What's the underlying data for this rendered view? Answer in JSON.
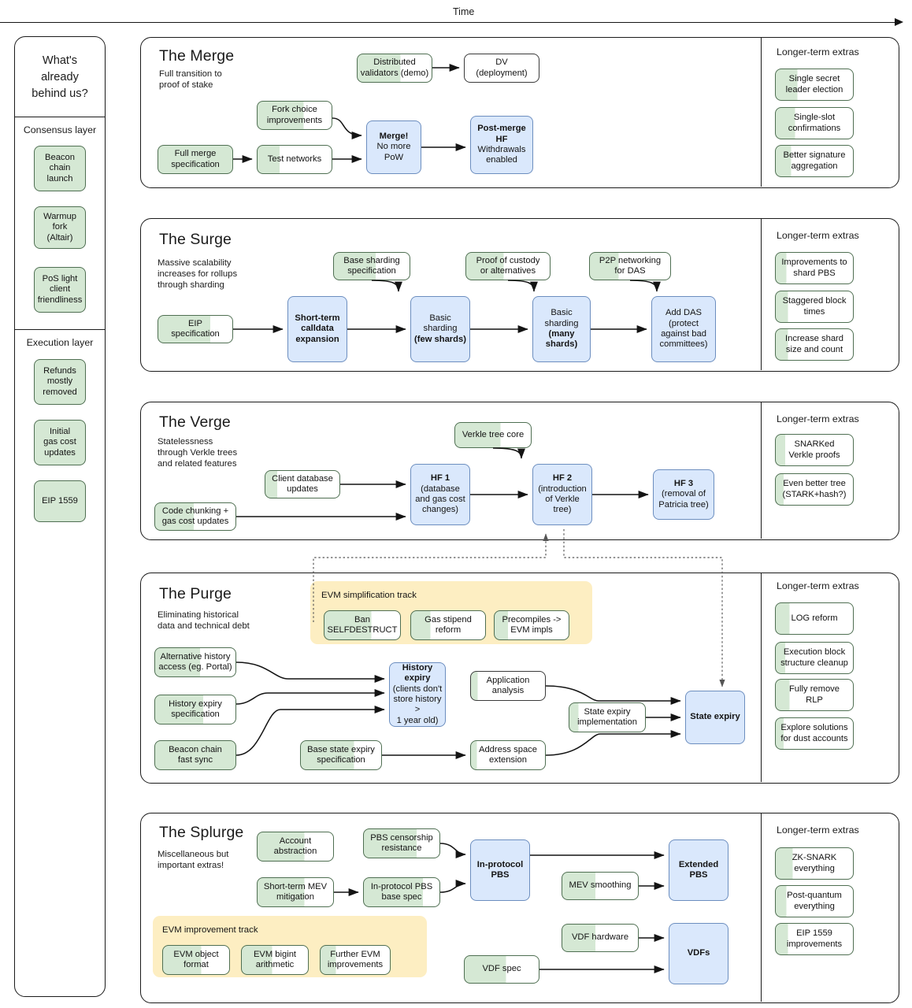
{
  "header": {
    "time_label": "Time"
  },
  "sidebar": {
    "title": "What's\nalready\nbehind us?",
    "title_line1": "What's",
    "title_line2": "already",
    "title_line3": "behind us?",
    "groups": [
      {
        "label": "Consensus layer",
        "items": [
          {
            "label": "Beacon chain launch",
            "l1": "Beacon",
            "l2": "chain",
            "l3": "launch",
            "status": "done"
          },
          {
            "label": "Warmup fork (Altair)",
            "l1": "Warmup fork",
            "l2": "(Altair)",
            "status": "done"
          },
          {
            "label": "PoS light client friendliness",
            "l1": "PoS light",
            "l2": "client",
            "l3": "friendliness",
            "status": "done"
          }
        ]
      },
      {
        "label": "Execution layer",
        "items": [
          {
            "label": "Refunds mostly removed",
            "l1": "Refunds",
            "l2": "mostly",
            "l3": "removed",
            "status": "done"
          },
          {
            "label": "Initial gas cost updates",
            "l1": "Initial",
            "l2": "gas cost",
            "l3": "updates",
            "status": "done"
          },
          {
            "label": "EIP 1559",
            "l1": "EIP 1559",
            "status": "done"
          }
        ]
      }
    ]
  },
  "phases": [
    {
      "id": "merge",
      "title": "The Merge",
      "subtitle_lines": [
        "Full transition to",
        "proof of stake"
      ],
      "extras_title": "Longer-term extras",
      "nodes": [
        {
          "id": "distributed-validators",
          "lines": [
            "Distributed",
            "validators (demo)"
          ],
          "style": "green",
          "fill": 58
        },
        {
          "id": "dv-deployment",
          "lines": [
            "DV",
            "(deployment)"
          ],
          "style": "plain",
          "fill": 0
        },
        {
          "id": "fork-choice-improvements",
          "lines": [
            "Fork choice",
            "improvements"
          ],
          "style": "green",
          "fill": 62
        },
        {
          "id": "full-merge-specification",
          "lines": [
            "Full merge",
            "specification"
          ],
          "style": "green",
          "fill": 100
        },
        {
          "id": "test-networks",
          "lines": [
            "Test networks"
          ],
          "style": "green",
          "fill": 30
        },
        {
          "id": "merge-no-more-pow",
          "lines": [
            "Merge!",
            "No more",
            "PoW"
          ],
          "style": "blue",
          "bold_first": true
        },
        {
          "id": "post-merge-hf",
          "lines": [
            "Post-merge",
            "HF",
            "Withdrawals",
            "enabled"
          ],
          "style": "blue",
          "bold_first": 2
        }
      ],
      "extras": [
        {
          "id": "single-secret-leader-election",
          "lines": [
            "Single secret",
            "leader election"
          ],
          "fill": 28
        },
        {
          "id": "single-slot-confirmations",
          "lines": [
            "Single-slot",
            "confirmations"
          ],
          "fill": 25
        },
        {
          "id": "better-signature-aggregation",
          "lines": [
            "Better signature",
            "aggregation"
          ],
          "fill": 20
        }
      ]
    },
    {
      "id": "surge",
      "title": "The Surge",
      "subtitle_lines": [
        "Massive scalability",
        "increases for rollups",
        "through sharding"
      ],
      "extras_title": "Longer-term extras",
      "nodes": [
        {
          "id": "base-sharding-specification",
          "lines": [
            "Base sharding",
            "specification"
          ],
          "style": "green",
          "fill": 55
        },
        {
          "id": "proof-of-custody",
          "lines": [
            "Proof of custody",
            "or alternatives"
          ],
          "style": "green",
          "fill": 45
        },
        {
          "id": "p2p-networking-for-das",
          "lines": [
            "P2P networking",
            "for DAS"
          ],
          "style": "green",
          "fill": 36
        },
        {
          "id": "eip-specification",
          "lines": [
            "EIP",
            "specification"
          ],
          "style": "green",
          "fill": 70
        },
        {
          "id": "short-term-calldata-expansion",
          "lines": [
            "Short-term",
            "calldata",
            "expansion"
          ],
          "style": "blue",
          "bold_all": true
        },
        {
          "id": "basic-sharding-few-shards",
          "lines": [
            "Basic",
            "sharding",
            "(few shards)"
          ],
          "style": "blue"
        },
        {
          "id": "basic-sharding-many-shards",
          "lines": [
            "Basic",
            "sharding",
            "(many",
            "shards)"
          ],
          "style": "blue"
        },
        {
          "id": "add-das",
          "lines": [
            "Add DAS",
            "(protect",
            "against bad",
            "committees)"
          ],
          "style": "blue"
        }
      ],
      "extras": [
        {
          "id": "improvements-to-shard-pbs",
          "lines": [
            "Improvements to",
            "shard PBS"
          ],
          "fill": 14
        },
        {
          "id": "staggered-block-times",
          "lines": [
            "Staggered block",
            "times"
          ],
          "fill": 16
        },
        {
          "id": "increase-shard-size-and-count",
          "lines": [
            "Increase shard",
            "size and count"
          ],
          "fill": 16
        }
      ]
    },
    {
      "id": "verge",
      "title": "The Verge",
      "subtitle_lines": [
        "Statelessness",
        "through Verkle trees",
        "and related features"
      ],
      "extras_title": "Longer-term extras",
      "nodes": [
        {
          "id": "verkle-tree-core",
          "lines": [
            "Verkle tree core"
          ],
          "style": "green",
          "fill": 60
        },
        {
          "id": "client-database-updates",
          "lines": [
            "Client database",
            "updates"
          ],
          "style": "green",
          "fill": 16
        },
        {
          "id": "code-chunking-gas-cost-updates",
          "lines": [
            "Code chunking +",
            "gas cost updates"
          ],
          "style": "green",
          "fill": 48
        },
        {
          "id": "hf-1",
          "lines": [
            "HF 1",
            "(database",
            "and gas cost",
            "changes)"
          ],
          "style": "blue",
          "bold_first": true
        },
        {
          "id": "hf-2",
          "lines": [
            "HF 2",
            "(introduction",
            "of Verkle",
            "tree)"
          ],
          "style": "blue",
          "bold_first": true
        },
        {
          "id": "hf-3",
          "lines": [
            "HF 3",
            "(removal of",
            "Patricia tree)"
          ],
          "style": "blue",
          "bold_first": true
        }
      ],
      "extras": [
        {
          "id": "snarked-verkle-proofs",
          "lines": [
            "SNARKed",
            "Verkle proofs"
          ],
          "fill": 12
        },
        {
          "id": "even-better-tree",
          "lines": [
            "Even better tree",
            "(STARK+hash?)"
          ],
          "fill": 10
        }
      ]
    },
    {
      "id": "purge",
      "title": "The Purge",
      "subtitle_lines": [
        "Eliminating historical",
        "data and technical debt"
      ],
      "extras_title": "Longer-term extras",
      "track": {
        "id": "evm-simplification-track",
        "label": "EVM simplification track",
        "nodes": [
          {
            "id": "ban-selfdestruct",
            "lines": [
              "Ban",
              "SELFDESTRUCT"
            ],
            "fill": 62
          },
          {
            "id": "gas-stipend-reform",
            "lines": [
              "Gas stipend",
              "reform"
            ],
            "fill": 26
          },
          {
            "id": "precompiles-evm-impls",
            "lines": [
              "Precompiles ->",
              "EVM impls"
            ],
            "fill": 18
          }
        ]
      },
      "nodes": [
        {
          "id": "alternative-history-access",
          "lines": [
            "Alternative history",
            "access (eg. Portal)"
          ],
          "style": "green",
          "fill": 56
        },
        {
          "id": "history-expiry-specification",
          "lines": [
            "History expiry",
            "specification"
          ],
          "style": "green",
          "fill": 60
        },
        {
          "id": "beacon-chain-fast-sync",
          "lines": [
            "Beacon chain",
            "fast sync"
          ],
          "style": "green",
          "fill": 100
        },
        {
          "id": "history-expiry",
          "lines": [
            "History",
            "expiry",
            "(clients don't",
            "store history >",
            "1 year old)"
          ],
          "style": "blue",
          "bold_first": 2
        },
        {
          "id": "application-analysis",
          "lines": [
            "Application",
            "analysis"
          ],
          "style": "green",
          "fill": 9
        },
        {
          "id": "state-expiry-implementation",
          "lines": [
            "State expiry",
            "implementation"
          ],
          "style": "green",
          "fill": 12
        },
        {
          "id": "base-state-expiry-specification",
          "lines": [
            "Base state expiry",
            "specification"
          ],
          "style": "green",
          "fill": 66
        },
        {
          "id": "address-space-extension",
          "lines": [
            "Address space",
            "extension"
          ],
          "style": "green",
          "fill": 8
        },
        {
          "id": "state-expiry",
          "lines": [
            "State expiry"
          ],
          "style": "blue",
          "bold_all": true
        }
      ],
      "extras": [
        {
          "id": "log-reform",
          "lines": [
            "LOG reform"
          ],
          "fill": 18
        },
        {
          "id": "execution-block-structure-cleanup",
          "lines": [
            "Execution block",
            "structure cleanup"
          ],
          "fill": 12
        },
        {
          "id": "fully-remove-rlp",
          "lines": [
            "Fully remove",
            "RLP"
          ],
          "fill": 18
        },
        {
          "id": "explore-solutions-for-dust-accounts",
          "lines": [
            "Explore solutions",
            "for dust accounts"
          ],
          "fill": 10
        }
      ]
    },
    {
      "id": "splurge",
      "title": "The Splurge",
      "subtitle_lines": [
        "Miscellaneous but",
        "important extras!"
      ],
      "extras_title": "Longer-term extras",
      "track": {
        "id": "evm-improvement-track",
        "label": "EVM improvement track",
        "nodes": [
          {
            "id": "evm-object-format",
            "lines": [
              "EVM object",
              "format"
            ],
            "fill": 58
          },
          {
            "id": "evm-bigint-arithmetic",
            "lines": [
              "EVM bigint",
              "arithmetic"
            ],
            "fill": 46
          },
          {
            "id": "further-evm-improvements",
            "lines": [
              "Further EVM",
              "improvements"
            ],
            "fill": 22
          }
        ]
      },
      "nodes": [
        {
          "id": "account-abstraction",
          "lines": [
            "Account",
            "abstraction"
          ],
          "style": "green",
          "fill": 62
        },
        {
          "id": "pbs-censorship-resistance",
          "lines": [
            "PBS censorship",
            "resistance"
          ],
          "style": "green",
          "fill": 70
        },
        {
          "id": "short-term-mev-mitigation",
          "lines": [
            "Short-term MEV",
            "mitigation"
          ],
          "style": "green",
          "fill": 62
        },
        {
          "id": "in-protocol-pbs-base-spec",
          "lines": [
            "In-protocol PBS",
            "base spec"
          ],
          "style": "green",
          "fill": 78
        },
        {
          "id": "in-protocol-pbs",
          "lines": [
            "In-protocol",
            "PBS"
          ],
          "style": "blue",
          "bold_all": true
        },
        {
          "id": "mev-smoothing",
          "lines": [
            "MEV smoothing"
          ],
          "style": "green",
          "fill": 44
        },
        {
          "id": "extended-pbs",
          "lines": [
            "Extended",
            "PBS"
          ],
          "style": "blue",
          "bold_all": true
        },
        {
          "id": "vdf-hardware",
          "lines": [
            "VDF hardware"
          ],
          "style": "green",
          "fill": 44
        },
        {
          "id": "vdf-spec",
          "lines": [
            "VDF spec"
          ],
          "style": "green",
          "fill": 56
        },
        {
          "id": "vdfs",
          "lines": [
            "VDFs"
          ],
          "style": "blue",
          "bold_all": true
        }
      ],
      "extras": [
        {
          "id": "zk-snark-everything",
          "lines": [
            "ZK-SNARK",
            "everything"
          ],
          "fill": 22
        },
        {
          "id": "post-quantum-everything",
          "lines": [
            "Post-quantum",
            "everything"
          ],
          "fill": 14
        },
        {
          "id": "eip-1559-improvements",
          "lines": [
            "EIP 1559",
            "improvements"
          ],
          "fill": 16
        }
      ]
    }
  ],
  "colors": {
    "green_fill": "#d5e8d4",
    "green_stroke": "#4f6f52",
    "blue_fill": "#dae8fc",
    "blue_stroke": "#6c8ebf",
    "track_fill": "#fdeec2",
    "stroke": "#1b1b1b"
  }
}
